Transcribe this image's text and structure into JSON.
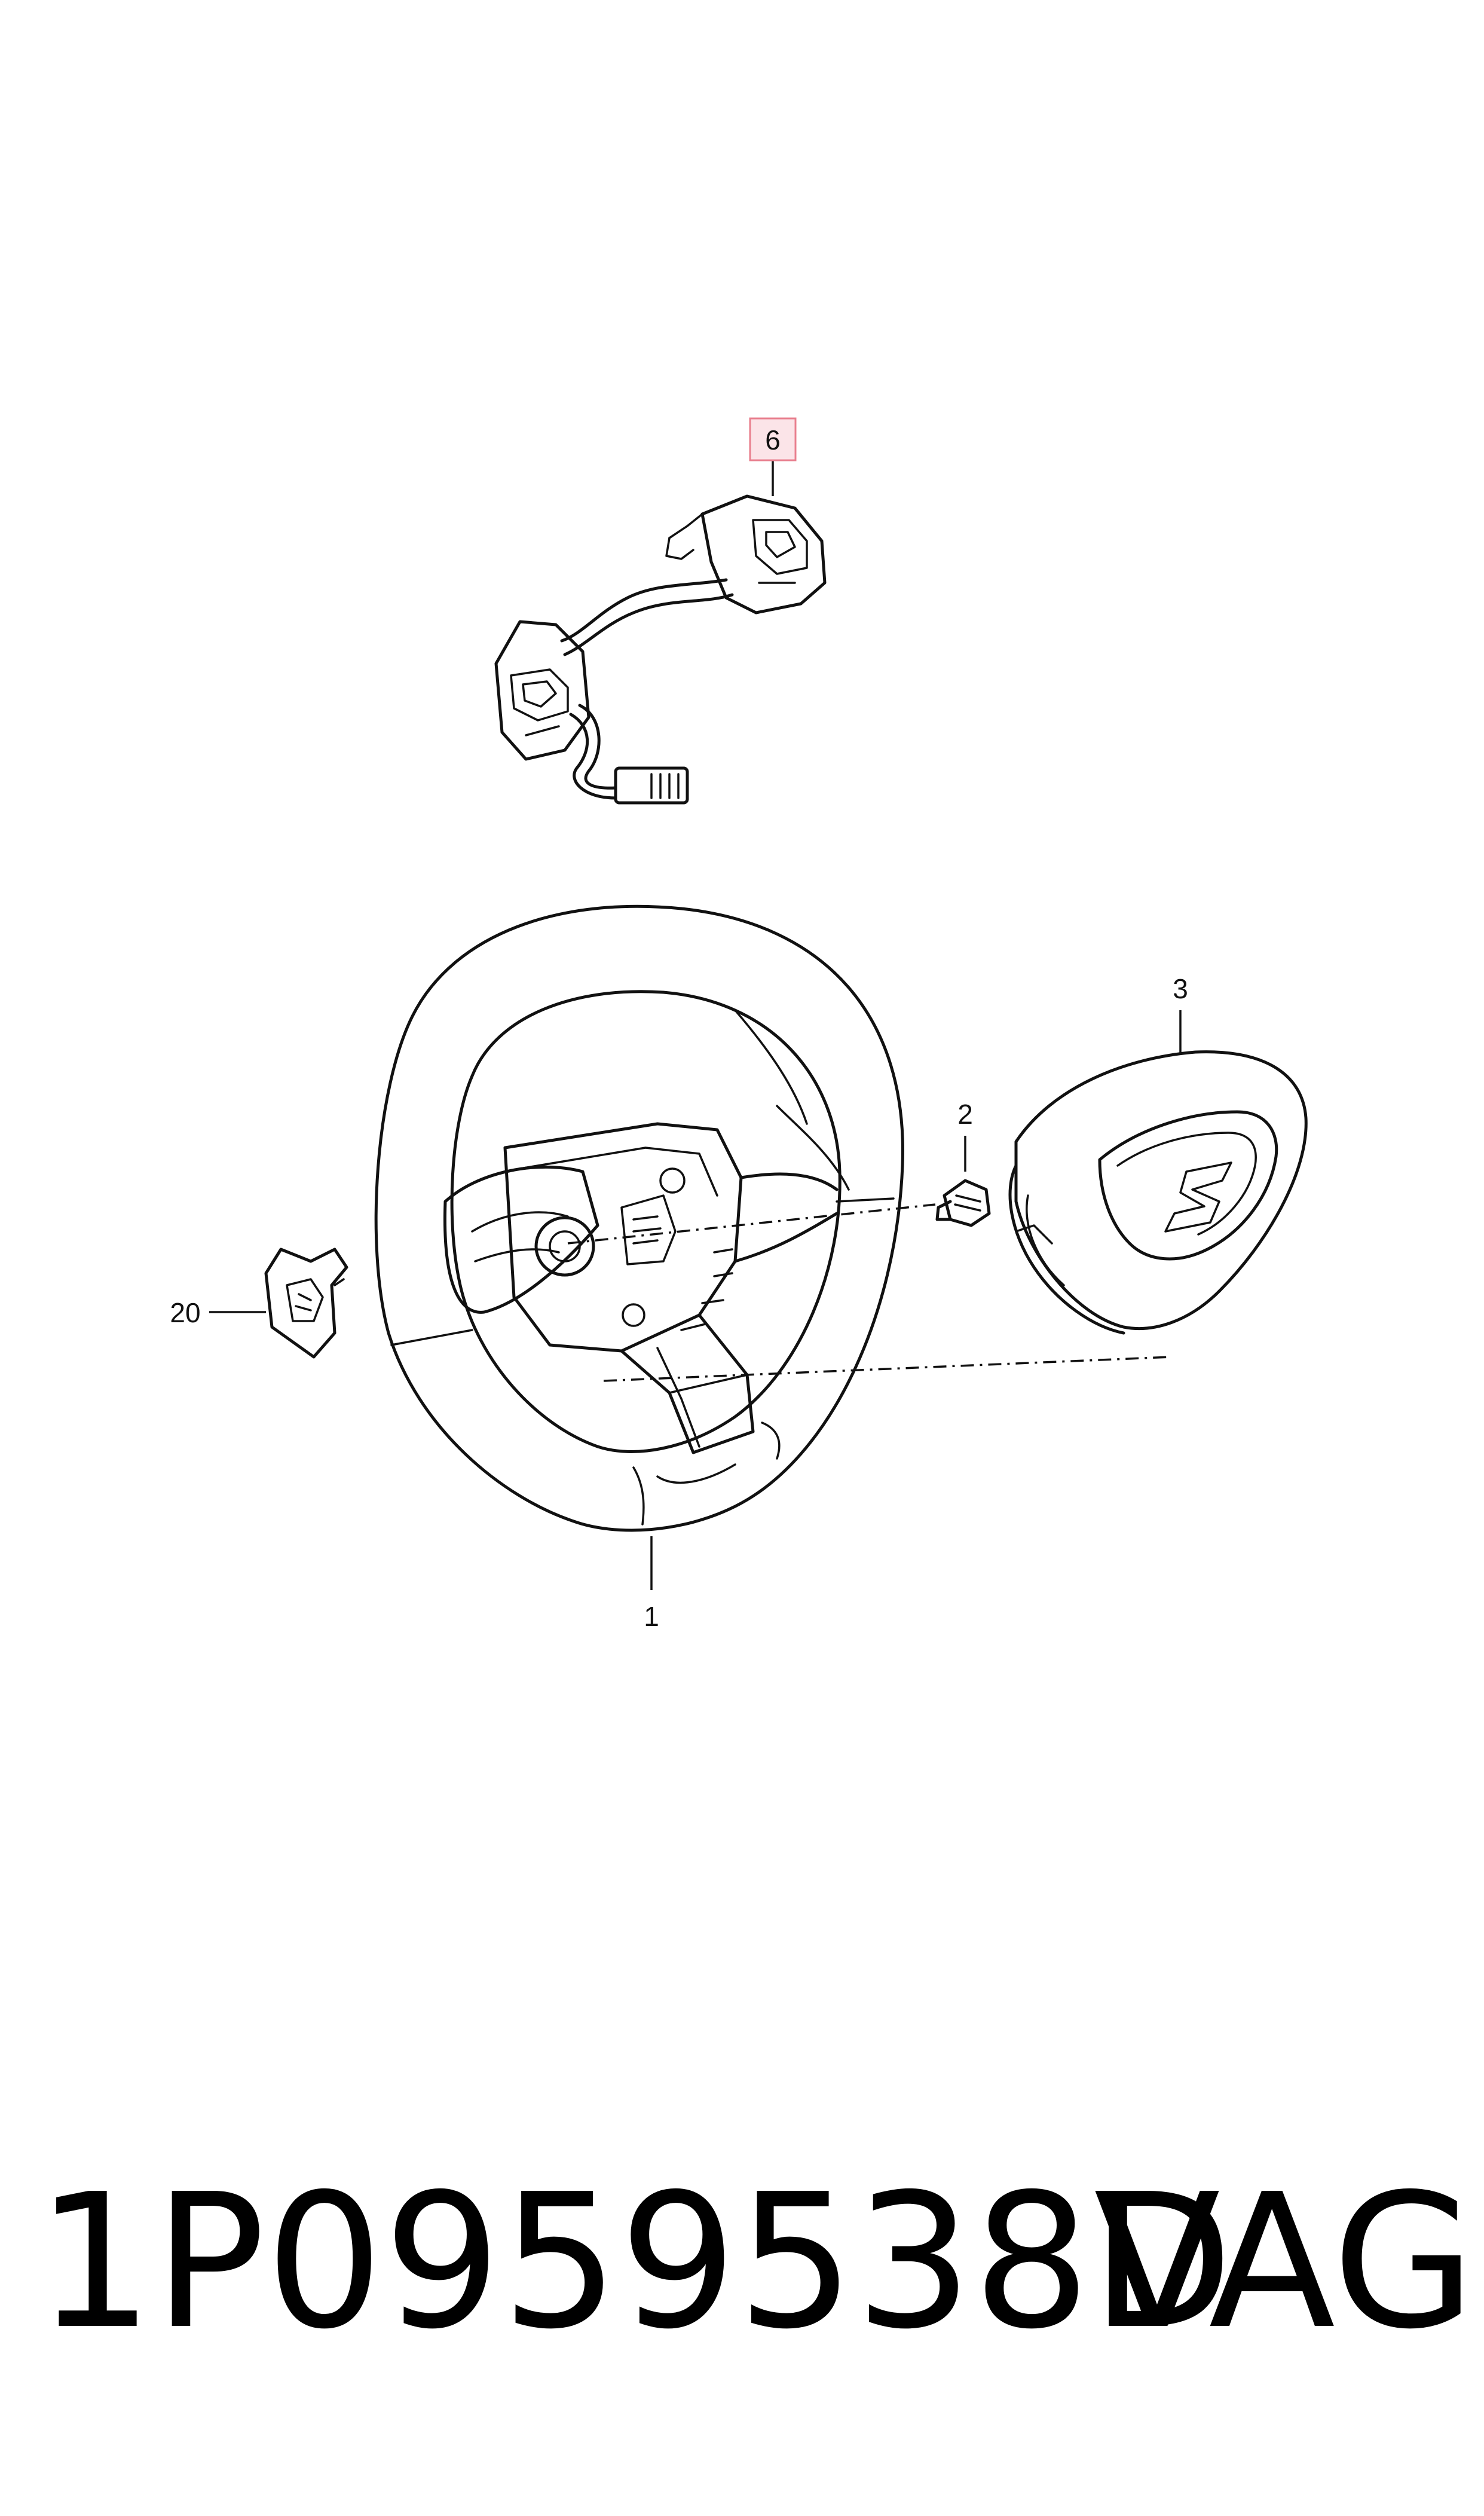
{
  "callouts": {
    "part_6": "6",
    "part_3": "3",
    "part_2": "2",
    "part_20": "20",
    "part_1": "1"
  },
  "highlight_color": "#e87f8e",
  "footer": {
    "part_number": "1P0959538D",
    "brand": "VAG"
  }
}
